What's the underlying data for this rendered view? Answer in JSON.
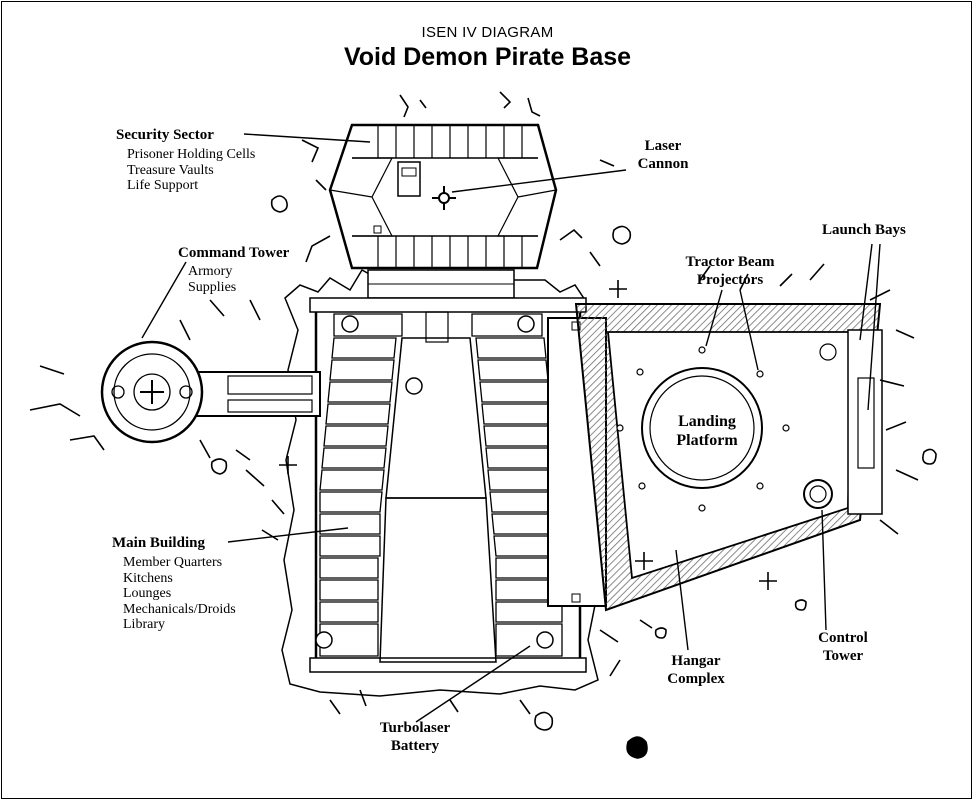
{
  "header": {
    "supertitle": "ISEN IV DIAGRAM",
    "title": "Void Demon Pirate Base"
  },
  "labels": {
    "security_sector": {
      "title": "Security Sector",
      "items": [
        "Prisoner Holding Cells",
        "Treasure Vaults",
        "Life Support"
      ]
    },
    "command_tower": {
      "title": "Command Tower",
      "items": [
        "Armory",
        "Supplies"
      ]
    },
    "main_building": {
      "title": "Main Building",
      "items": [
        "Member Quarters",
        "Kitchens",
        "Lounges",
        "Mechanicals/Droids",
        "Library"
      ]
    },
    "laser_cannon": [
      "Laser",
      "Cannon"
    ],
    "tractor_beam": [
      "Tractor Beam",
      "Projectors"
    ],
    "launch_bays": "Launch Bays",
    "landing_platform": [
      "Landing",
      "Platform"
    ],
    "control_tower": [
      "Control",
      "Tower"
    ],
    "hangar_complex": [
      "Hangar",
      "Complex"
    ],
    "turbolaser_battery": [
      "Turbolaser",
      "Battery"
    ]
  },
  "style": {
    "ink": "#000000",
    "paper": "#ffffff",
    "hatch": "#6e6e6e"
  }
}
